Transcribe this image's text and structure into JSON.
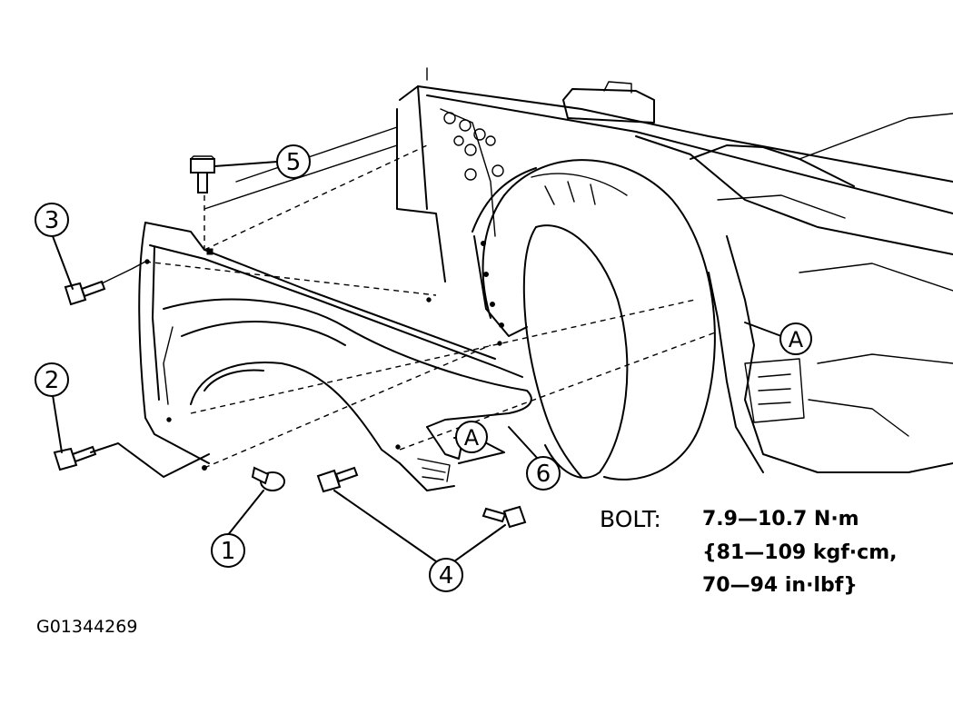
{
  "callouts": {
    "c1": "1",
    "c2": "2",
    "c3": "3",
    "c4": "4",
    "c5": "5",
    "c6": "6",
    "a_fender": "A",
    "a_body": "A"
  },
  "torque": {
    "label": "BOLT:",
    "line1": "7.9—10.7 N·m",
    "line2": "{81—109 kgf·cm,",
    "line3": "70—94 in·lbf}"
  },
  "figure_id": "G01344269"
}
